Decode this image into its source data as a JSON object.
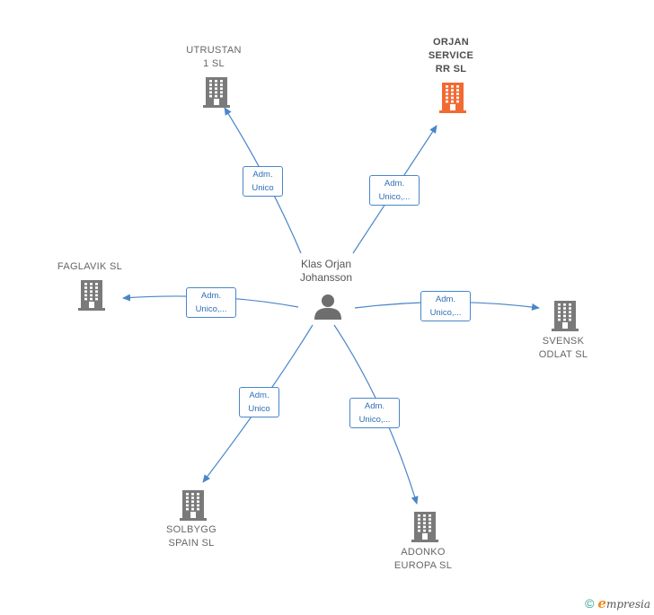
{
  "colors": {
    "edge": "#4a86c8",
    "node_default": "#7a7a7a",
    "node_highlight": "#f26a33",
    "person": "#6e6e6e"
  },
  "person": {
    "name": "Klas Orjan\nJohansson",
    "icon": "person-icon"
  },
  "companies": [
    {
      "id": "utrustan",
      "name": "UTRUSTAN\n1  SL",
      "highlight": false,
      "icon": "building-icon"
    },
    {
      "id": "orjan",
      "name": "ORJAN\nSERVICE\nRR  SL",
      "highlight": true,
      "icon": "building-icon"
    },
    {
      "id": "faglavik",
      "name": "FAGLAVIK  SL",
      "highlight": false,
      "icon": "building-icon"
    },
    {
      "id": "svensk",
      "name": "SVENSK\nODLAT  SL",
      "highlight": false,
      "icon": "building-icon"
    },
    {
      "id": "solbygg",
      "name": "SOLBYGG\nSPAIN  SL",
      "highlight": false,
      "icon": "building-icon"
    },
    {
      "id": "adonko",
      "name": "ADONKO\nEUROPA  SL",
      "highlight": false,
      "icon": "building-icon"
    }
  ],
  "edges": [
    {
      "to": "utrustan",
      "label": "Adm.\nUnico"
    },
    {
      "to": "orjan",
      "label": "Adm.\nUnico,..."
    },
    {
      "to": "faglavik",
      "label": "Adm.\nUnico,..."
    },
    {
      "to": "svensk",
      "label": "Adm.\nUnico,..."
    },
    {
      "to": "solbygg",
      "label": "Adm.\nUnico"
    },
    {
      "to": "adonko",
      "label": "Adm.\nUnico,..."
    }
  ],
  "footer": {
    "copyright_symbol": "©",
    "brand_initial": "e",
    "brand_rest": "mpresia"
  }
}
